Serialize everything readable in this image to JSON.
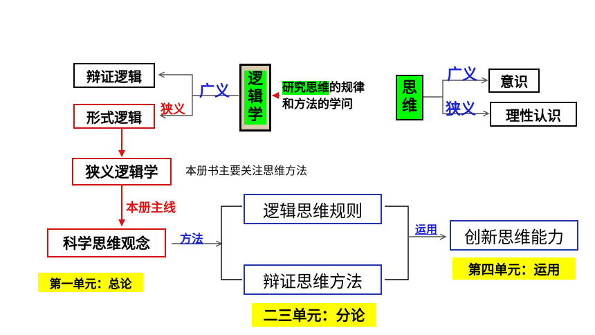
{
  "left": {
    "dialectical_logic": "辩证逻辑",
    "formal_logic": "形式逻辑",
    "narrow_logic": "狭义逻辑学",
    "science_concept": "科学思维观念"
  },
  "center": {
    "logic_chars": [
      "逻",
      "辑",
      "学"
    ],
    "definition_hl": "研究思维",
    "definition_rest": "的规律",
    "definition_line2": "和方法的学问",
    "broad_label": "广义",
    "narrow_label": "狭义"
  },
  "thinking": {
    "chars": [
      "思",
      "维"
    ],
    "broad_label": "广义",
    "narrow_label": "狭义",
    "consciousness": "意识",
    "rational": "理性认识"
  },
  "note": "本册书主要关注思维方法",
  "mainline_label": "本册主线",
  "method_label": "方法",
  "apply_label": "运用",
  "rules": "逻辑思维规则",
  "methods": "辩证思维方法",
  "innovation": "创新思维能力",
  "units": {
    "unit1": "第一单元：总论",
    "unit23": "二三单元：分论",
    "unit4": "第四单元：运用"
  },
  "colors": {
    "red": "#e01010",
    "blue": "#1a22d8",
    "green_highlight": "#00ff00",
    "yellow_highlight": "#ffff00",
    "logic_box": "#d8ccae"
  }
}
